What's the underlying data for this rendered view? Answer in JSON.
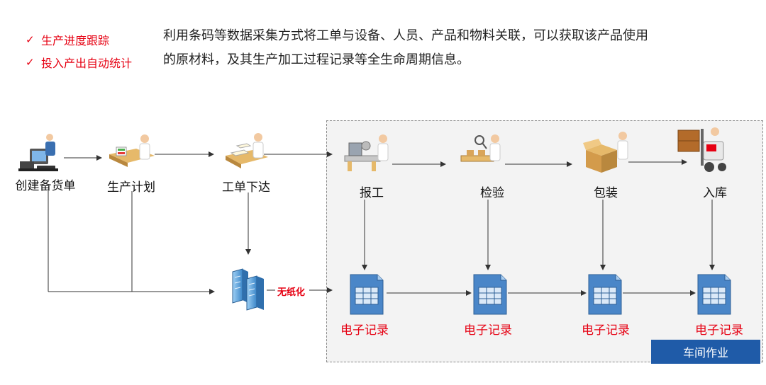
{
  "bullets": [
    "生产进度跟踪",
    "投入产出自动统计"
  ],
  "intro": {
    "line1": "利用条码等数据采集方式将工单与设备、人员、产品和物料关联，可以获取该产品使用",
    "line2": "的原材料，及其生产加工过程记录等全生命周期信息。"
  },
  "steps": {
    "create_order": "创建备货单",
    "production_plan": "生产计划",
    "work_order": "工单下达",
    "report": "报工",
    "inspect": "检验",
    "pack": "包装",
    "warehouse": "入库"
  },
  "record_label": "电子记录",
  "paperless_label": "无纸化",
  "workshop_label": "车间作业",
  "icons": {
    "check": "check-icon",
    "computer": "computer-workstation-icon",
    "planning": "planning-desk-icon",
    "dispatch": "document-dispatch-icon",
    "report": "report-machine-icon",
    "inspect": "inspection-icon",
    "pack": "packing-box-icon",
    "warehouse": "forklift-icon",
    "server": "server-icon",
    "record": "spreadsheet-icon"
  },
  "colors": {
    "accent_red": "#e60012",
    "workshop_blue": "#1f5ba8",
    "record_blue": "#4a86c8",
    "workshop_bg": "#f3f3f3"
  }
}
